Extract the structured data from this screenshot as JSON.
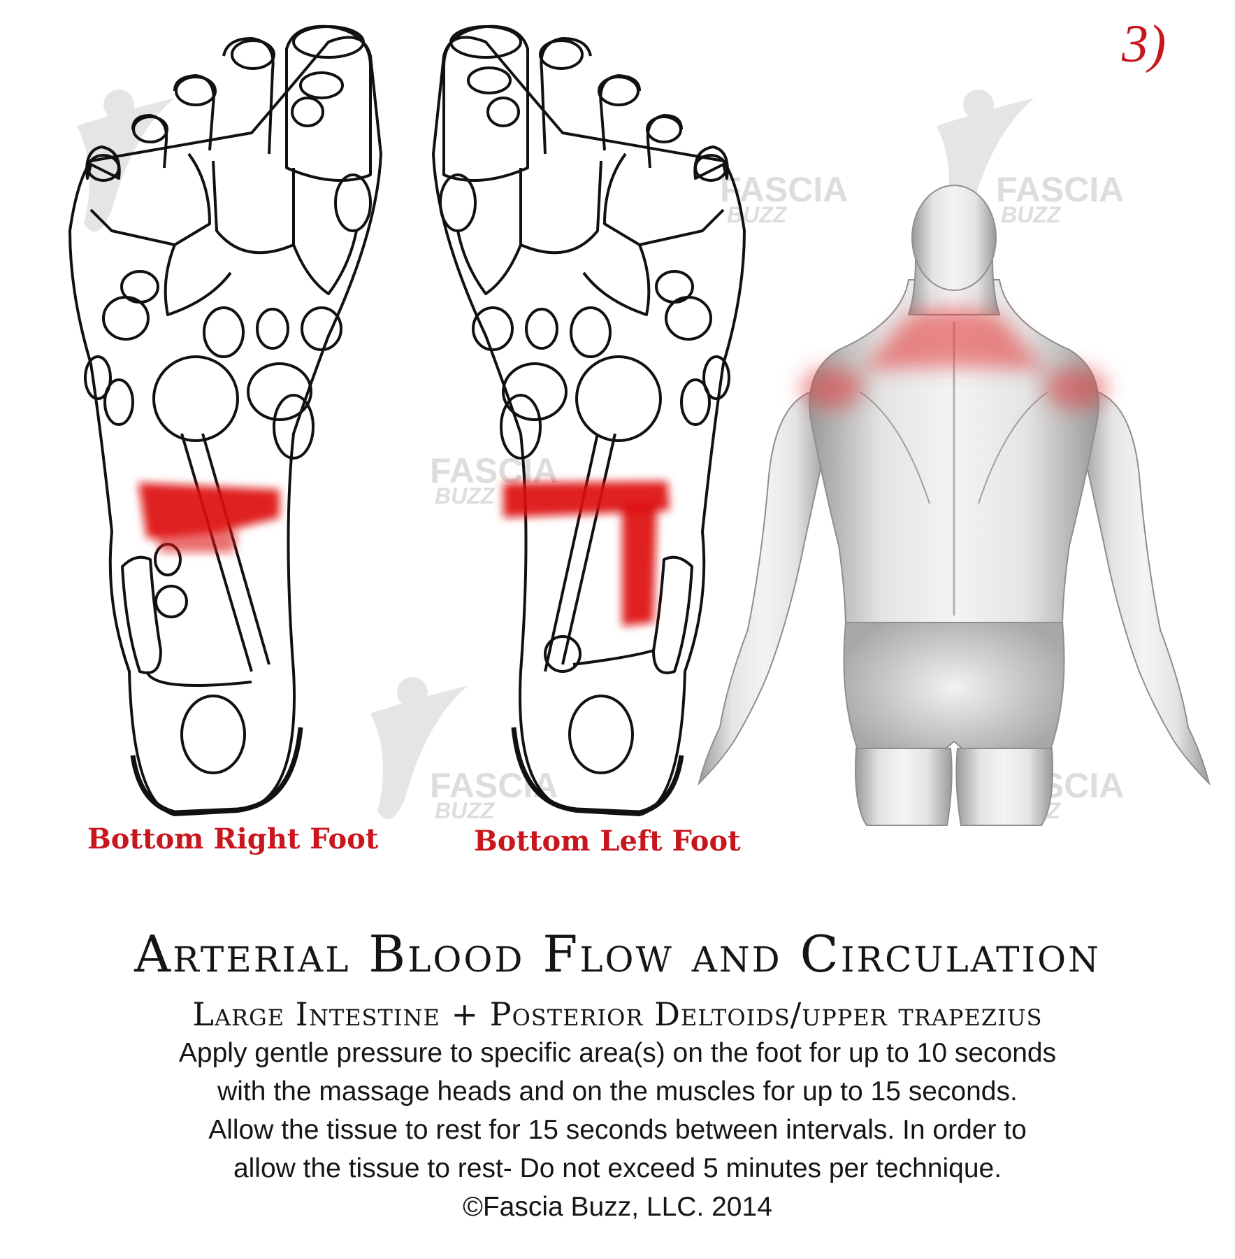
{
  "page_number": "3)",
  "watermark": {
    "line1": "FASCIA",
    "line2": "BUZZ"
  },
  "feet": {
    "right_label": "Bottom Right Foot",
    "left_label": "Bottom Left Foot"
  },
  "colors": {
    "highlight": "#dd1111",
    "accent_text": "#c8161d",
    "line_art": "#111111"
  },
  "title": "Arterial Blood Flow and Circulation",
  "subtitle": "Large Intestine + Posterior Deltoids/upper trapezius",
  "instructions": [
    "Apply gentle pressure to specific area(s) on the foot for up to 10 seconds",
    "with the massage heads and on the muscles for up to 15 seconds.",
    "Allow the tissue to rest for 15 seconds between intervals.  In order to",
    "allow the tissue to rest- Do not exceed 5 minutes per technique.",
    "©Fascia Buzz, LLC.  2014"
  ]
}
